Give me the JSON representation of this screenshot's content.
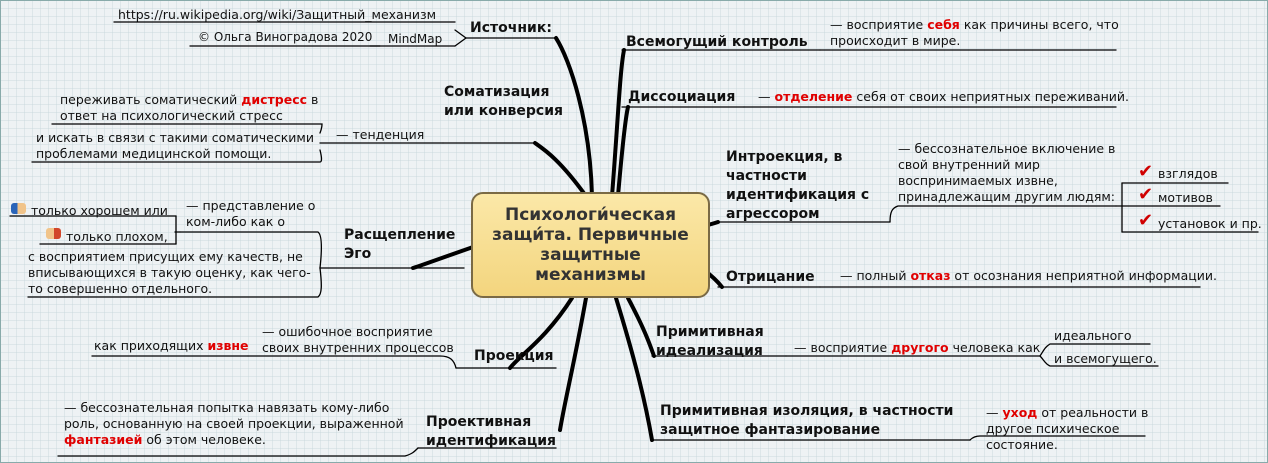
{
  "center_title": "Психологи́ческая защи́та. Первичные защитные механизмы",
  "left": {
    "source": {
      "label": "Источник:",
      "url": "https://ru.wikipedia.org/wiki/Защитный_механизм",
      "copyright": "© Ольга Виноградова 2020",
      "mindmap": "MindMap"
    },
    "somatization": {
      "label": "Соматизация или конверсия",
      "tendency": "— тенденция",
      "a_pre": "переживать соматический ",
      "a_red": "дистресс",
      "a_post": " в ответ на психологический стресс",
      "b": "и искать в связи с такими соматическими проблемами медицинской помощи."
    },
    "splitting": {
      "label": "Расщепление Эго",
      "repr": "— представление о ком-либо как о",
      "good": "только хорошем или",
      "bad": "только плохом,",
      "perception": "с восприятием присущих ему качеств, не вписывающихся в такую оценку, как чего-то совершенно отдельного."
    },
    "projection": {
      "label": "Проекция",
      "desc": "— ошибочное восприятие своих внутренних процессов",
      "sub_pre": "как приходящих ",
      "sub_red": "извне"
    },
    "projective_identification": {
      "label": "Проективная идентификация",
      "pre": "— бессознательная попытка навязать кому-либо роль, основанную на своей проекции, выраженной ",
      "red": "фантазией",
      "post": " об этом человеке."
    }
  },
  "right": {
    "omnipotent": {
      "label": "Всемогущий контроль",
      "pre": "— восприятие ",
      "red": "себя",
      "post": " как причины всего, что происходит в мире."
    },
    "dissociation": {
      "label": "Диссоциация",
      "pre": "— ",
      "red": "отделение",
      "post": " себя от своих неприятных переживаний."
    },
    "introjection": {
      "label": "Интроекция, в частности идентификация с агрессором",
      "desc": "— бессознательное включение в свой внутренний мир воспринимаемых извне, принадлежащим другим людям:",
      "items": [
        "взглядов",
        "мотивов",
        "установок и пр."
      ]
    },
    "denial": {
      "label": "Отрицание",
      "pre": "— полный ",
      "red": "отказ",
      "post": " от осознания неприятной информации."
    },
    "idealization": {
      "label": "Примитивная идеализация",
      "pre": "— восприятие ",
      "red": "другого",
      "post": " человека как",
      "opt1": "идеального",
      "opt2": "и всемогущего."
    },
    "isolation": {
      "label": "Примитивная изоляция, в частности защитное фантазирование",
      "pre": "— ",
      "red": "уход",
      "post": " от реальности в другое психическое состояние."
    }
  },
  "colors": {
    "accent_red": "#e00000",
    "center_fill": "#f6dc8c",
    "center_border": "#7a6a45",
    "check": "#d00000"
  },
  "icons": [
    "thumbs-up-icon",
    "thumbs-down-icon",
    "check-icon"
  ]
}
